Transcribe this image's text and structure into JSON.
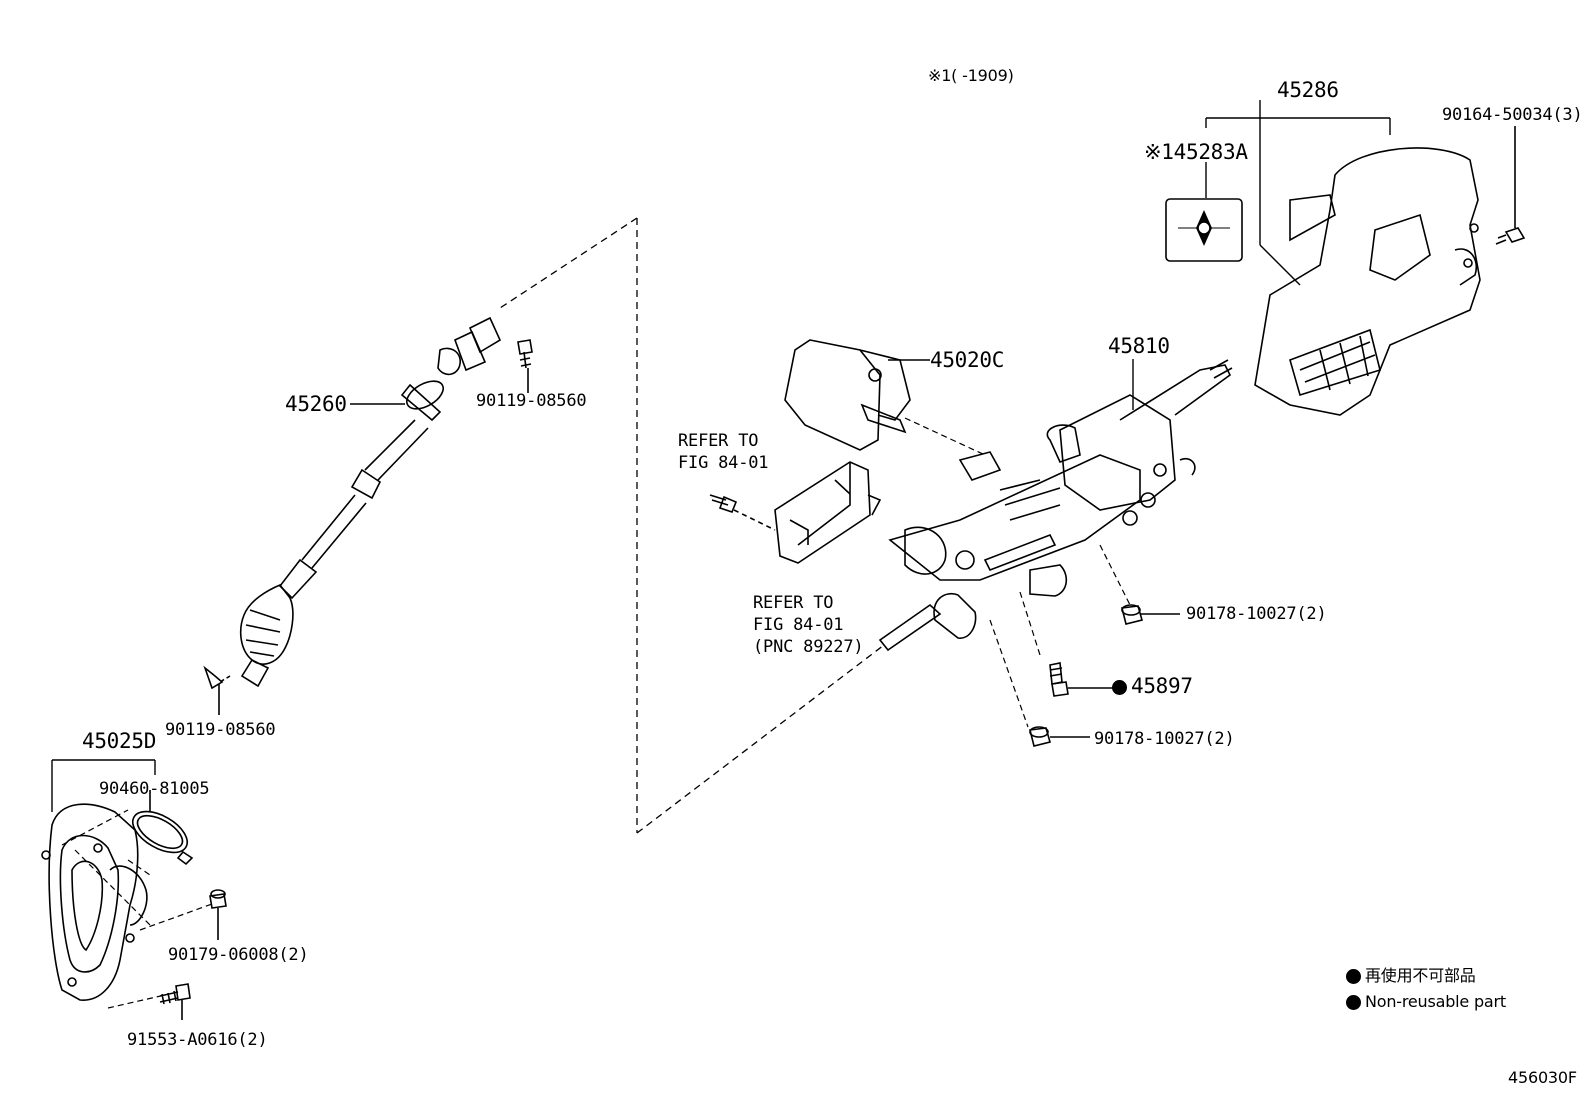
{
  "header_note": "※1(     -1909)",
  "parts": {
    "p45286": "45286",
    "p45283a": "※145283A",
    "p90164": "90164-50034(3)",
    "p45020c": "45020C",
    "p45810": "45810",
    "p45260": "45260",
    "p90119_top": "90119-08560",
    "p90119_bot": "90119-08560",
    "p45025d": "45025D",
    "p90460": "90460-81005",
    "p90179": "90179-06008(2)",
    "p91553": "91553-A0616(2)",
    "p90178_a": "90178-10027(2)",
    "p90178_b": "90178-10027(2)",
    "p45897": "45897"
  },
  "refs": {
    "ref1_line1": "REFER TO",
    "ref1_line2": "FIG 84-01",
    "ref2_line1": "REFER TO",
    "ref2_line2": "FIG 84-01",
    "ref2_line3": "(PNC 89227)"
  },
  "legend": {
    "jp": "再使用不可部品",
    "en": "Non-reusable part"
  },
  "diagram_id": "456030F",
  "icons": [
    "non-reusable-dot-icon"
  ]
}
